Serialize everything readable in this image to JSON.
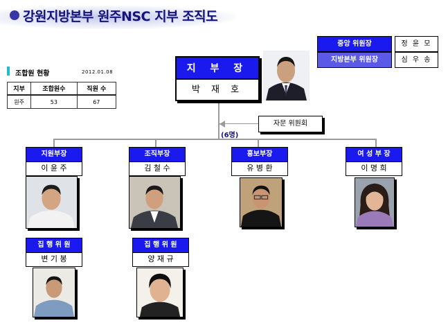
{
  "title": "강원지방본부 원주NSC 지부 조직도",
  "stats": {
    "heading": "조합원 현황",
    "date": "2012.01.08",
    "headers": [
      "지부",
      "조합원수",
      "직원 수"
    ],
    "rows": [
      [
        "원주",
        "53",
        "67"
      ]
    ]
  },
  "committee": [
    {
      "label": "중앙 위원장",
      "value": "정 윤 모"
    },
    {
      "label": "지방본부 위원장",
      "value": "심 우 송"
    }
  ],
  "chief": {
    "title": "지 부 장",
    "name": "박 재 호"
  },
  "advisory": "자문 위원회",
  "member_count": "(6명)",
  "members": [
    {
      "title": "지원부장",
      "name": "이 윤 주"
    },
    {
      "title": "조직부장",
      "name": "김 철 수"
    },
    {
      "title": "홍보부장",
      "name": "유 병 환"
    },
    {
      "title": "여 성 부 장",
      "name": "이 명 희"
    },
    {
      "title": "집 행 위 원",
      "name": "변 기 봉"
    },
    {
      "title": "집 행 위 원",
      "name": "양 재 규"
    }
  ]
}
